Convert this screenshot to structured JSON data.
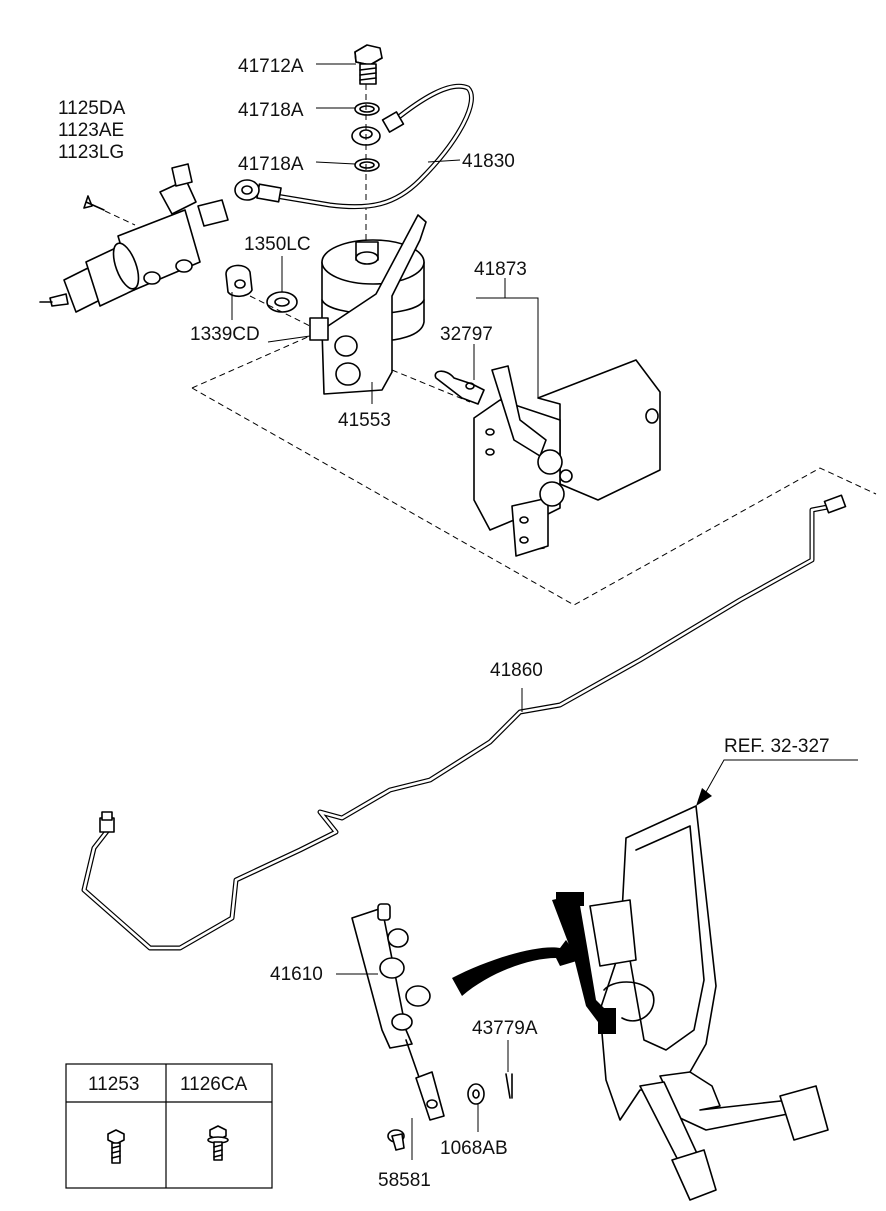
{
  "labels": {
    "p41712A": "41712A",
    "p41718A_top": "41718A",
    "p41718A_bot": "41718A",
    "p41830": "41830",
    "p1125DA": "1125DA",
    "p1123AE": "1123AE",
    "p1123LG": "1123LG",
    "p1350LC": "1350LC",
    "p1339CD": "1339CD",
    "p41873": "41873",
    "p32797": "32797",
    "p41553": "41553",
    "p41860": "41860",
    "ref": "REF. 32-327",
    "p41610": "41610",
    "p43779A": "43779A",
    "p1068AB": "1068AB",
    "p58581": "58581"
  },
  "table": {
    "col1": "11253",
    "col2": "1126CA"
  }
}
